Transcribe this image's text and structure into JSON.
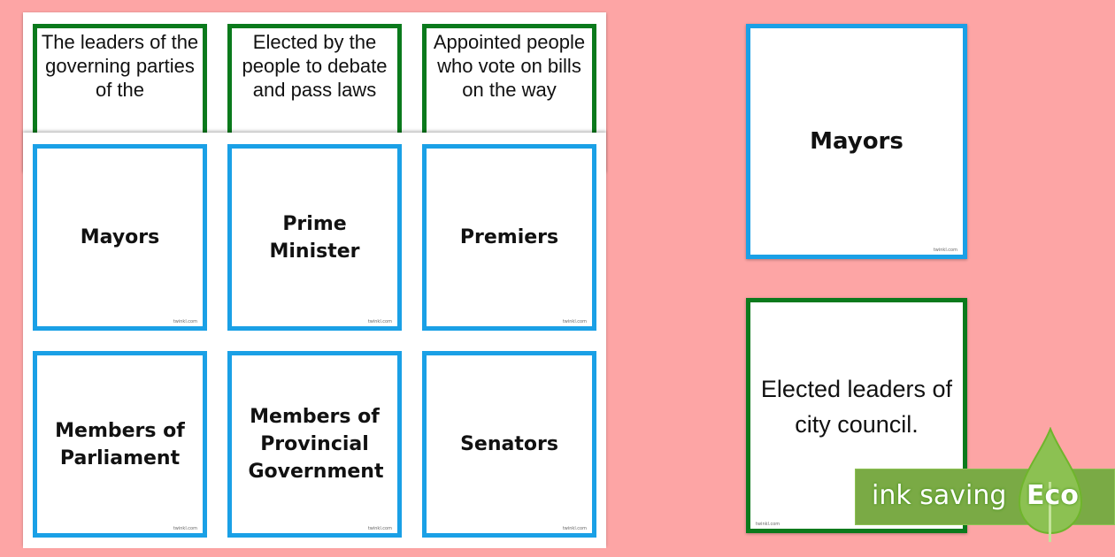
{
  "definitions": [
    "The leaders of the governing parties of the",
    "Elected by the people to debate and pass laws",
    "Appointed people who vote on bills on the way"
  ],
  "terms": [
    "Mayors",
    "Prime Minister",
    "Premiers",
    "Members of Parliament",
    "Members of Provincial Government",
    "Senators"
  ],
  "preview": {
    "term": "Mayors",
    "definition": "Elected leaders of city council."
  },
  "badge": {
    "text": "ink saving",
    "label": "Eco"
  },
  "stamp": "twinkl.com",
  "colors": {
    "background": "#fda5a5",
    "term_border": "#1aa0e6",
    "definition_border": "#0a7a1c",
    "eco": "#7aaa45"
  }
}
